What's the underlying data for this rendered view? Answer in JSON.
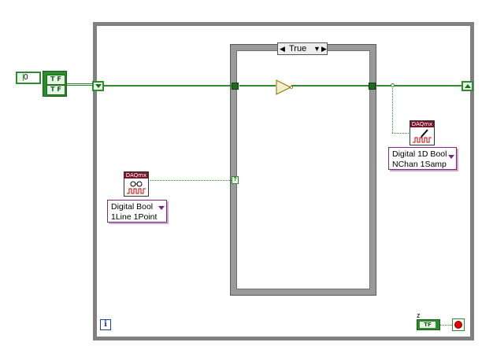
{
  "case_structure": {
    "selector_value": "True"
  },
  "array_constant": {
    "index_value": "0",
    "element_top": "T F",
    "element_bottom": "T F"
  },
  "daqmx_read": {
    "banner": "DAQmx",
    "selector_line1": "Digital Bool",
    "selector_line2": "1Line 1Point"
  },
  "daqmx_write": {
    "banner": "DAQmx",
    "selector_line1": "Digital 1D Bool",
    "selector_line2": "NChan 1Samp"
  },
  "stop_control": {
    "label": "z",
    "value": "TF"
  },
  "iteration_terminal": {
    "label": "i"
  },
  "case_selector_terminal": {
    "glyph": "?"
  },
  "colors": {
    "boolean_wire": "#2e8b2e",
    "daqmx_banner": "#7a1228",
    "structure_frame": "#808080",
    "stop_terminal": "#e00000"
  },
  "icons": [
    "not-gate-icon",
    "daqmx-read-icon",
    "daqmx-write-icon",
    "stop-terminal-icon",
    "iteration-terminal-icon"
  ]
}
